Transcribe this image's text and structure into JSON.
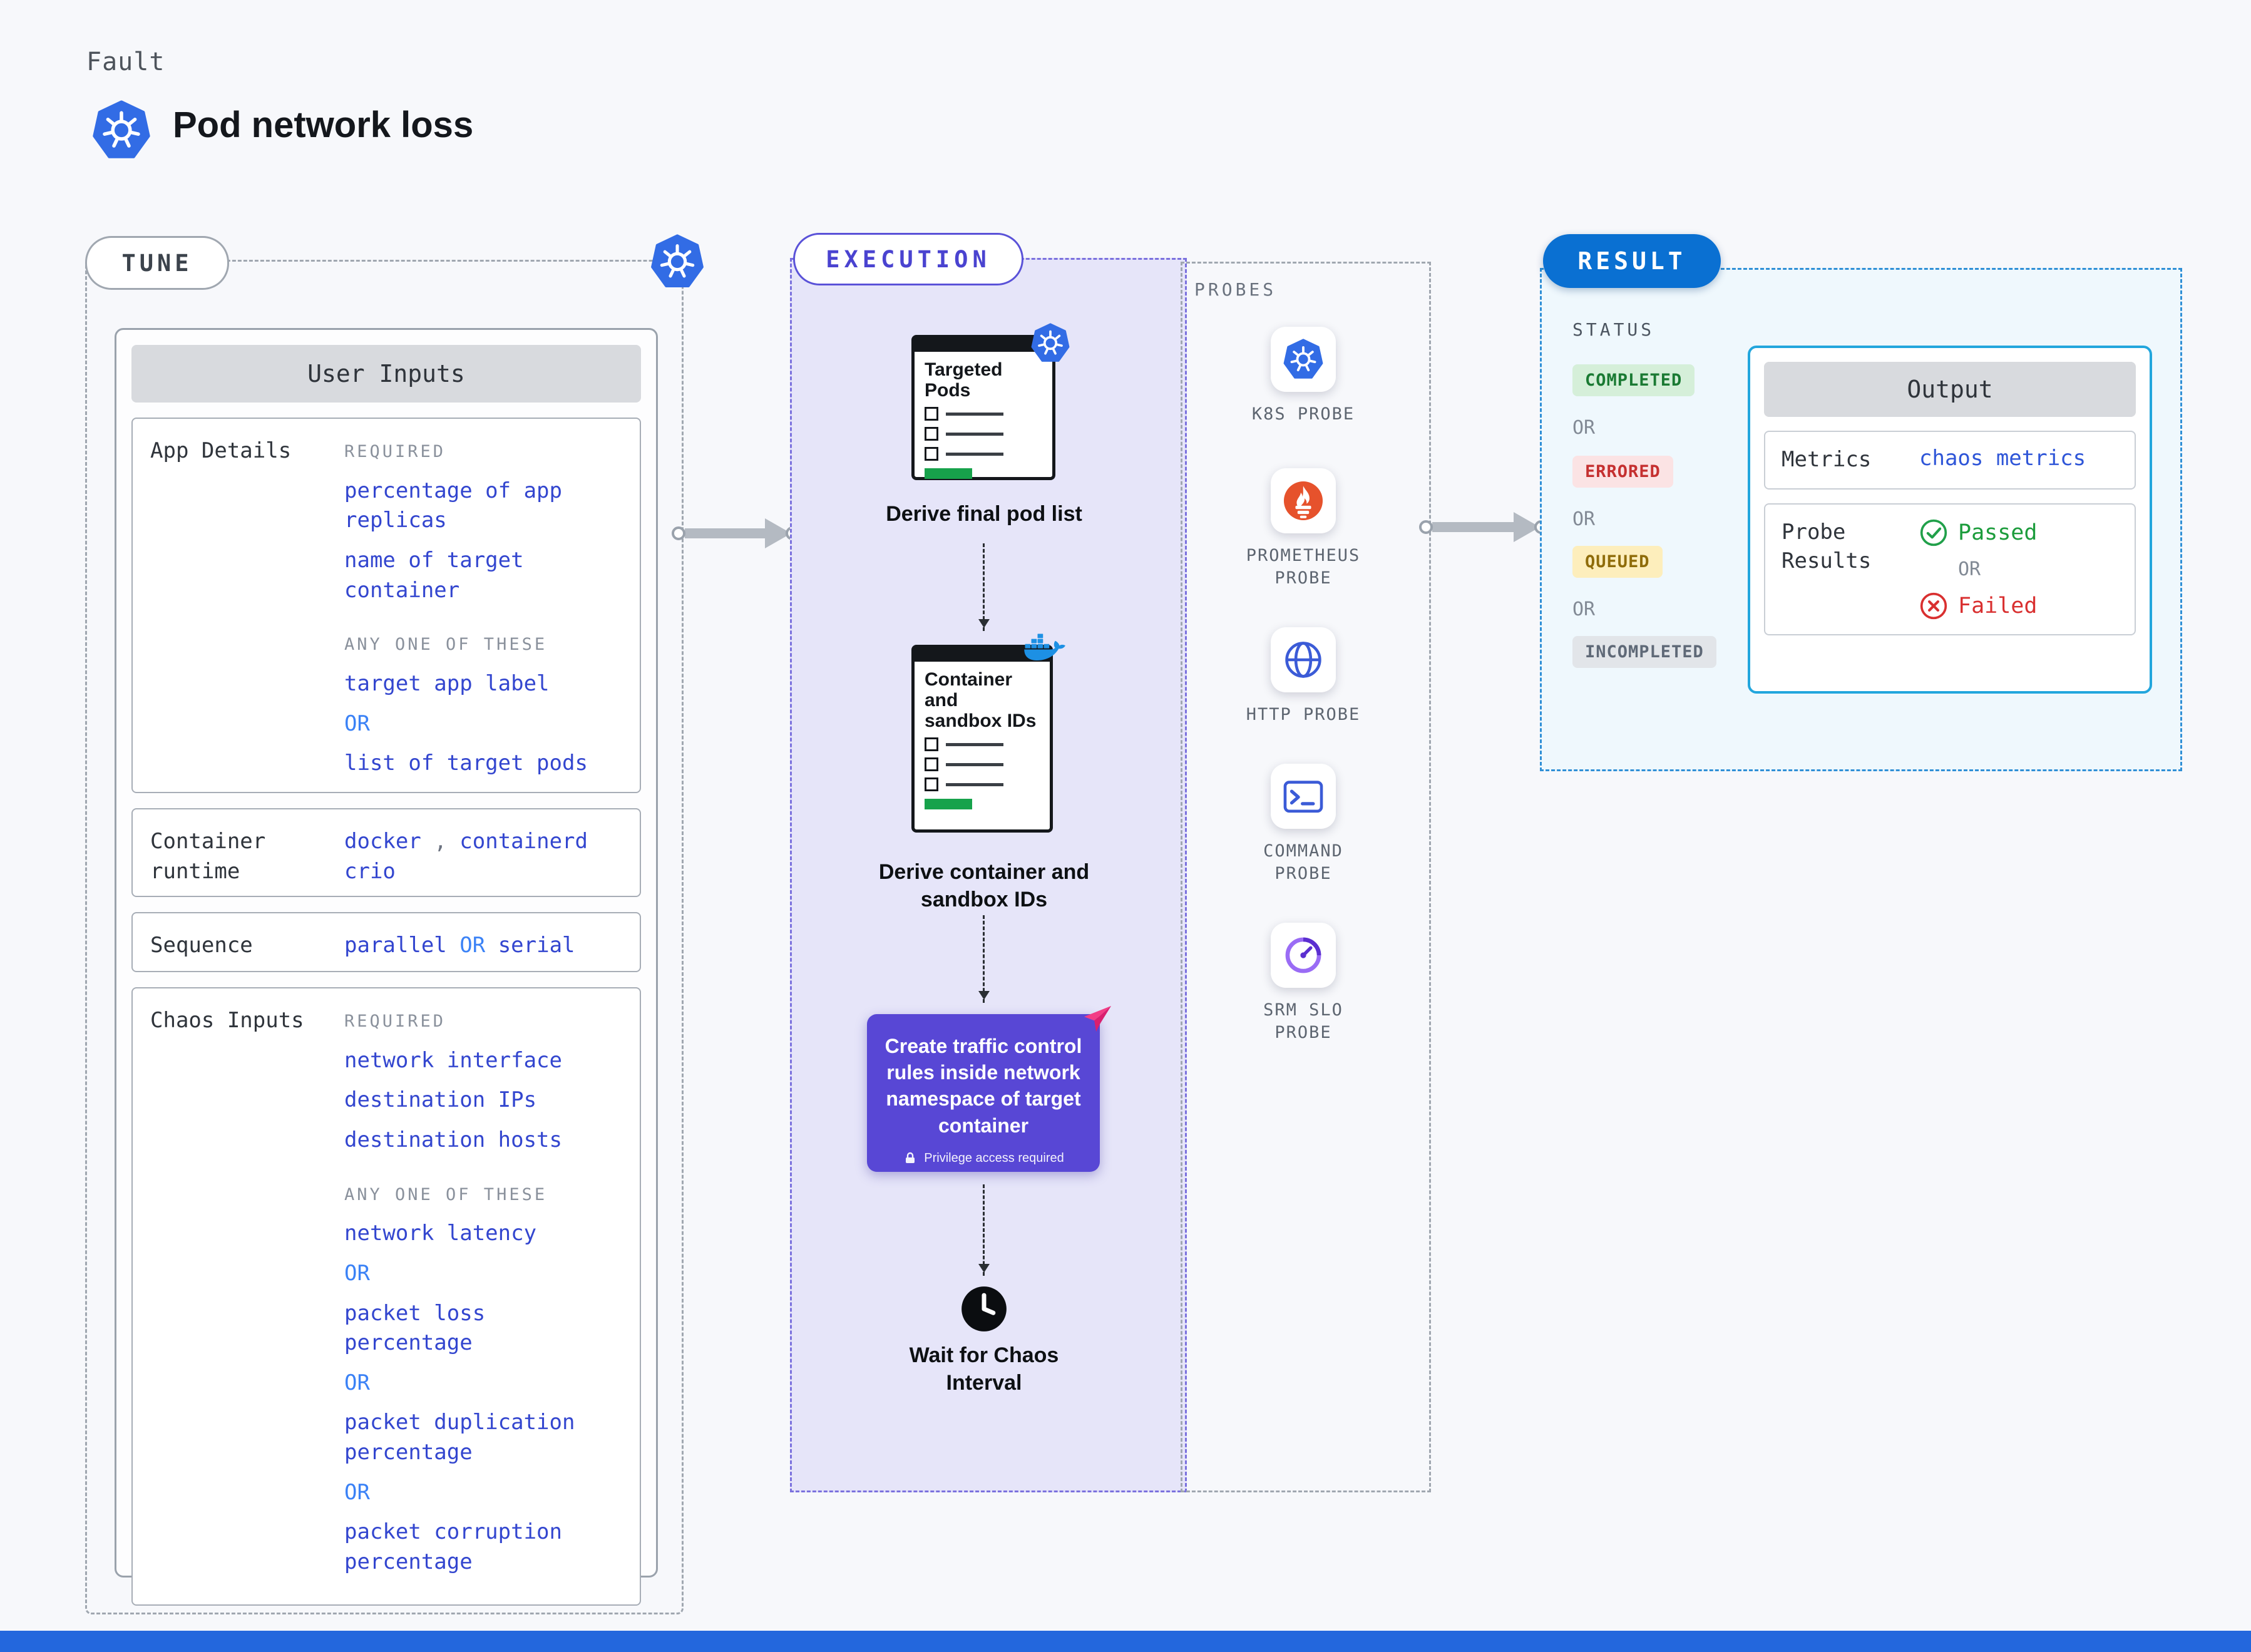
{
  "header": {
    "fault_label": "Fault",
    "title": "Pod network loss"
  },
  "tune": {
    "label": "TUNE",
    "panel_title": "User Inputs",
    "app_details": {
      "label": "App Details",
      "required_label": "REQUIRED",
      "required_items": [
        "percentage of app replicas",
        "name of target container"
      ],
      "any_label": "ANY ONE OF THESE",
      "any_item_1": "target app label",
      "or_label": "OR",
      "any_item_2": "list of target pods"
    },
    "container_runtime": {
      "label": "Container runtime",
      "value_1": "docker",
      "separator": ",",
      "value_2": "containerd",
      "value_3": "crio"
    },
    "sequence": {
      "label": "Sequence",
      "value_1": "parallel",
      "or_label": "OR",
      "value_2": "serial"
    },
    "chaos_inputs": {
      "label": "Chaos Inputs",
      "required_label": "REQUIRED",
      "required_items": [
        "network interface",
        "destination IPs",
        "destination hosts"
      ],
      "any_label": "ANY ONE OF THESE",
      "any_items": [
        "network latency",
        "packet loss percentage",
        "packet duplication percentage",
        "packet corruption percentage"
      ],
      "or_label": "OR"
    }
  },
  "execution": {
    "label": "EXECUTION",
    "step_pods": {
      "doc_title": "Targeted Pods",
      "caption": "Derive final pod list"
    },
    "step_containers": {
      "doc_title": "Container and sandbox IDs",
      "caption": "Derive container and sandbox IDs"
    },
    "step_tc": {
      "text": "Create traffic control rules inside network namespace of target container",
      "note": "Privilege access required"
    },
    "step_wait": {
      "caption": "Wait for Chaos Interval"
    }
  },
  "probes": {
    "label": "PROBES",
    "items": [
      {
        "name": "K8S PROBE",
        "icon": "k8s-icon"
      },
      {
        "name": "PROMETHEUS PROBE",
        "icon": "prometheus-icon"
      },
      {
        "name": "HTTP PROBE",
        "icon": "globe-icon"
      },
      {
        "name": "COMMAND PROBE",
        "icon": "terminal-icon"
      },
      {
        "name": "SRM SLO PROBE",
        "icon": "gauge-icon"
      }
    ]
  },
  "result": {
    "label": "RESULT",
    "status_label": "STATUS",
    "or_label": "OR",
    "statuses": {
      "completed": "COMPLETED",
      "errored": "ERRORED",
      "queued": "QUEUED",
      "incompleted": "INCOMPLETED"
    },
    "output": {
      "title": "Output",
      "metrics_label": "Metrics",
      "metrics_value": "chaos metrics",
      "probe_results_label": "Probe Results",
      "passed_label": "Passed",
      "or_label": "OR",
      "failed_label": "Failed"
    }
  },
  "colors": {
    "k8s_blue": "#326ce5",
    "link_blue": "#3346cf",
    "or_blue": "#3b82f6",
    "execution_purple": "#5847d5",
    "result_blue": "#0a70d2",
    "completed_green": "#1a7a33",
    "errored_red": "#c53030",
    "queued_amber": "#8f6c0a",
    "incompleted_gray": "#5f6977",
    "passed_green": "#1c9c3c",
    "failed_red": "#d93030",
    "progress_green": "#17a24b"
  }
}
